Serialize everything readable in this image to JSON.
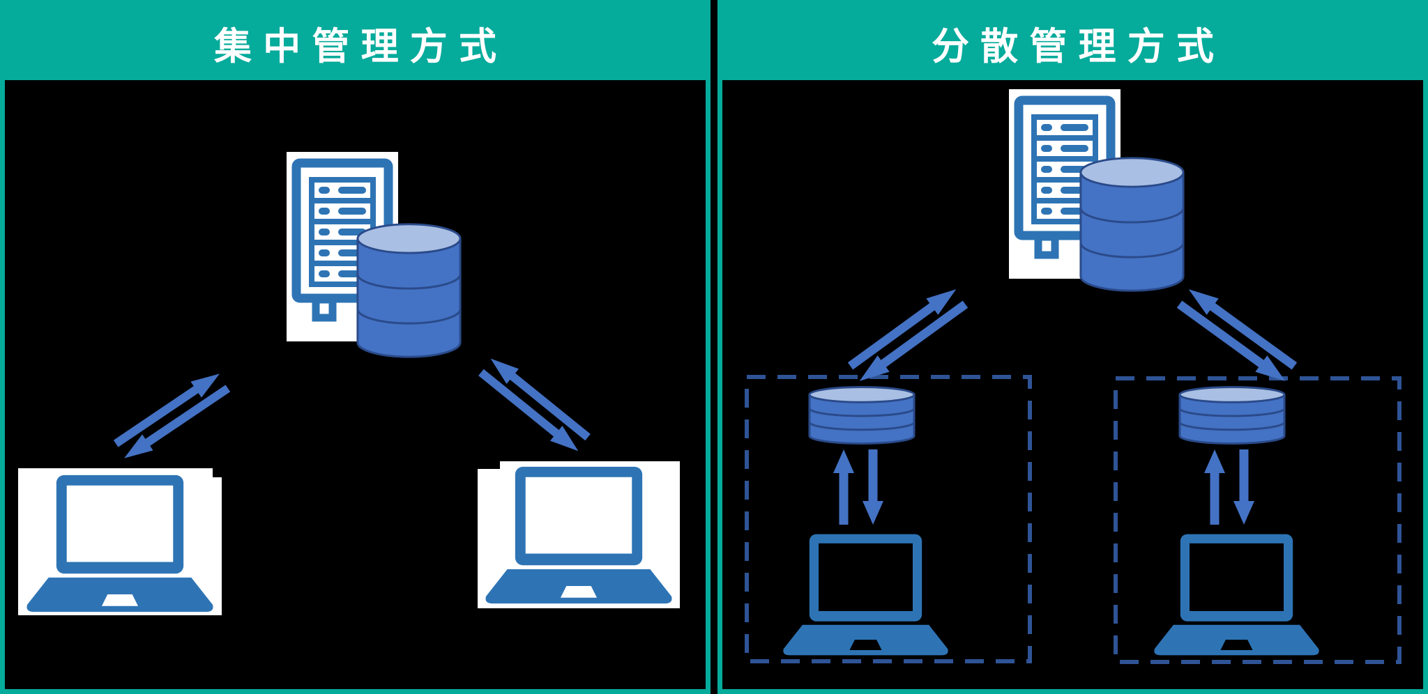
{
  "diagram_type": "comparison-of-database-management-architectures",
  "left_panel": {
    "title": "集中管理方式",
    "icons": {
      "server": "server-rack-icon",
      "central_database": "database-cylinder-icon",
      "clients": [
        "laptop-icon",
        "laptop-icon"
      ],
      "links": [
        "bidirectional-diagonal-arrows",
        "bidirectional-diagonal-arrows"
      ]
    }
  },
  "right_panel": {
    "title": "分散管理方式",
    "icons": {
      "server": "server-rack-icon",
      "central_database": "database-cylinder-icon",
      "links": [
        "bidirectional-diagonal-arrows",
        "bidirectional-diagonal-arrows"
      ],
      "sites": [
        {
          "boundary": "dashed-box",
          "local_database": "small-database-cylinder-icon",
          "link": "bidirectional-vertical-arrows",
          "client": "laptop-icon"
        },
        {
          "boundary": "dashed-box",
          "local_database": "small-database-cylinder-icon",
          "link": "bidirectional-vertical-arrows",
          "client": "laptop-icon"
        }
      ]
    }
  },
  "colors": {
    "header_teal": "#05ab9b",
    "background_black": "#000000",
    "card_white": "#ffffff",
    "device_steel_blue": "#2e74b5",
    "arrow_blue": "#4472c4",
    "cylinder_fill_blue": "#4472c4",
    "cylinder_top_light_blue": "#a9bfe3",
    "cylinder_outline_navy": "#2a4a8a",
    "dashed_boundary_navy": "#2f5496"
  }
}
